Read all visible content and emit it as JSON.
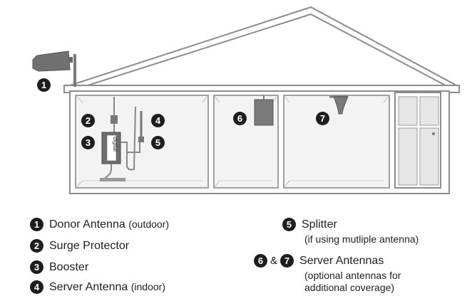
{
  "colors": {
    "outline": "#8c8c8c",
    "wall": "#b8b8b8",
    "room_fill": "#f2f2f2",
    "device": "#6e6e6e",
    "badge": "#1d1d1d"
  },
  "booster_label": "digital",
  "markers": {
    "m1": "1",
    "m2": "2",
    "m3": "3",
    "m4": "4",
    "m5": "5",
    "m6": "6",
    "m7": "7"
  },
  "legend": {
    "items": [
      {
        "num": "1",
        "label": "Donor Antenna",
        "note": "(outdoor)"
      },
      {
        "num": "2",
        "label": "Surge Protector",
        "note": ""
      },
      {
        "num": "3",
        "label": "Booster",
        "note": ""
      },
      {
        "num": "4",
        "label": "Server Antenna",
        "note": "(indoor)"
      }
    ],
    "splitter": {
      "num": "5",
      "label": "Splitter",
      "sub": "(if using mutliple antenna)"
    },
    "server_antennas": {
      "num_a": "6",
      "amp": "&",
      "num_b": "7",
      "label": "Server Antennas",
      "sub1": "(optional antennas for",
      "sub2": "additional coverage)"
    }
  }
}
